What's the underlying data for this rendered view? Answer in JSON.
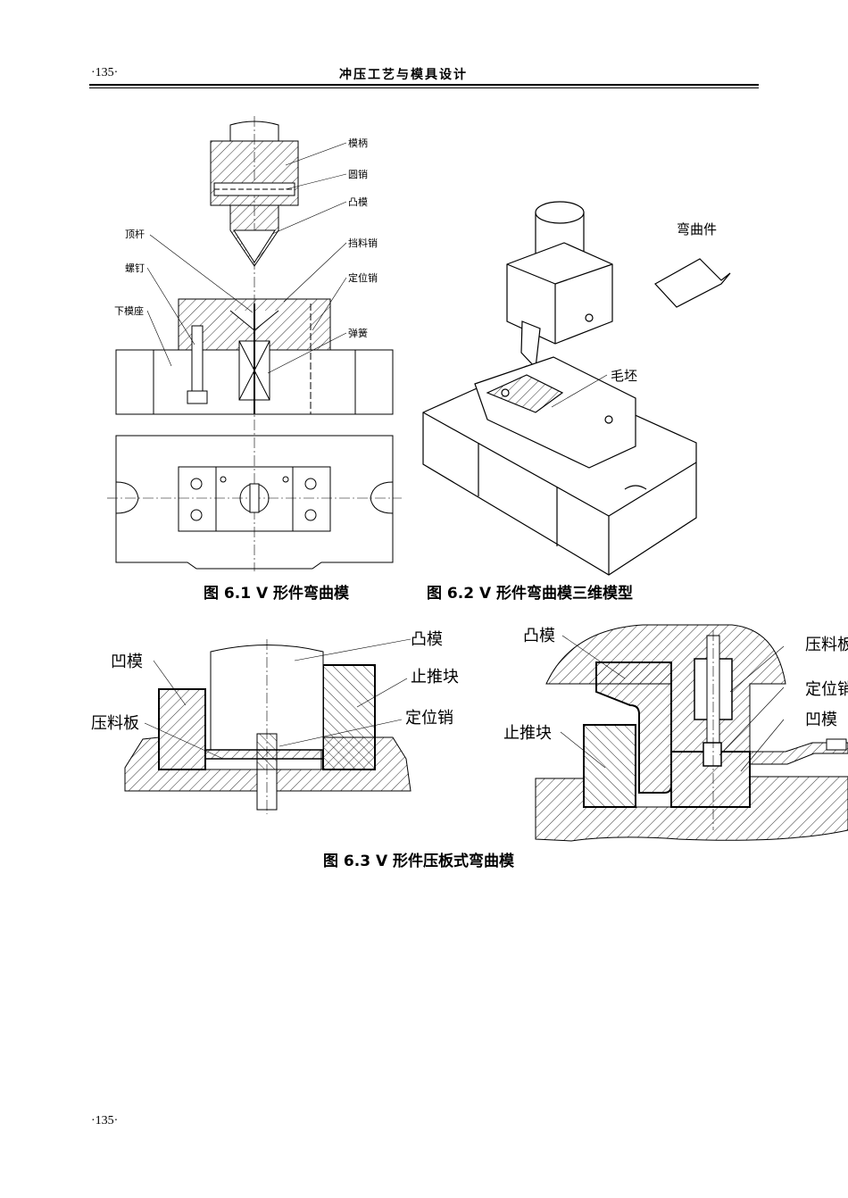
{
  "header": {
    "page_number": "·135·",
    "title": "冲压工艺与模具设计"
  },
  "footer": {
    "page_number": "·135·"
  },
  "figures": {
    "fig1": {
      "caption": "图 6.1  V 形件弯曲模",
      "labels": {
        "mobing": "模柄",
        "yuanxiao": "圆销",
        "tumo": "凸模",
        "dingan": "顶杆",
        "dangliaoxiao": "挡料销",
        "luoding": "螺钉",
        "dingweixiao": "定位销",
        "xiamozuo": "下模座",
        "tanhuang": "弹簧"
      }
    },
    "fig2": {
      "caption": "图 6.2  V 形件弯曲模三维模型",
      "labels": {
        "wanqujian": "弯曲件",
        "maopi": "毛坯"
      }
    },
    "fig3": {
      "caption": "图 6.3  V 形件压板式弯曲模",
      "left_labels": {
        "tumo": "凸模",
        "aomo": "凹模",
        "zhituikuai": "止推块",
        "dingweixiao": "定位销",
        "yaliaoban": "压料板"
      },
      "right_labels": {
        "tumo": "凸模",
        "yaliaoban": "压料板",
        "dingweixiao": "定位销",
        "zhituikuai": "止推块",
        "aomo": "凹模"
      }
    }
  }
}
